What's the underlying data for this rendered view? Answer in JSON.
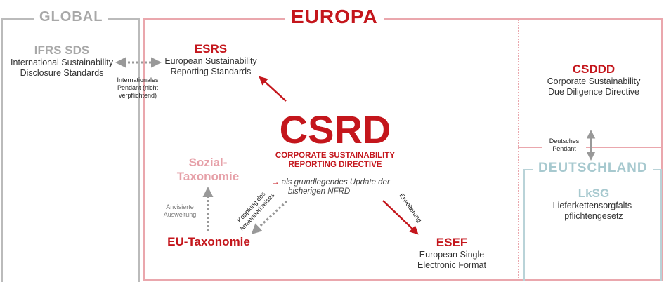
{
  "colors": {
    "red": "#c4161c",
    "light_red": "#eaa7ad",
    "grey": "#aaaaaa",
    "grey_text": "#999999",
    "teal": "#b9d3d8",
    "teal_text": "#a7c9cf",
    "pink_text": "#e6a0a8"
  },
  "sections": {
    "global": "GLOBAL",
    "europa": "EUROPA",
    "deutschland": "DEUTSCHLAND"
  },
  "nodes": {
    "ifrs": {
      "title": "IFRS SDS",
      "line1": "International Sustainability",
      "line2": "Disclosure Standards"
    },
    "esrs": {
      "title": "ESRS",
      "line1": "European Sustainability",
      "line2": "Reporting Standards"
    },
    "csrd": {
      "title": "CSRD",
      "line1": "CORPORATE SUSTAINABILITY",
      "line2": "REPORTING DIRECTIVE",
      "note_arrow": "→",
      "note1": "als grundlegendes Update der",
      "note2": "bisherigen NFRD"
    },
    "csddd": {
      "title": "CSDDD",
      "line1": "Corporate Sustainability",
      "line2": "Due Diligence Directive"
    },
    "sozial": {
      "line1": "Sozial-",
      "line2": "Taxonomie"
    },
    "eutax": {
      "title": "EU-Taxonomie"
    },
    "esef": {
      "title": "ESEF",
      "line1": "European Single",
      "line2": "Electronic Format"
    },
    "lksg": {
      "title": "LkSG",
      "line1": "Lieferkettensorgfalts-",
      "line2": "pflichtengesetz"
    }
  },
  "labels": {
    "international": {
      "line1": "Internationales",
      "line2": "Pendant (nicht",
      "line3": "verpflichtend)"
    },
    "deutsches": {
      "line1": "Deutsches",
      "line2": "Pendant"
    },
    "anvisiert": {
      "line1": "Anvisierte",
      "line2": "Ausweitung"
    },
    "kopplung": {
      "line1": "Kopplung des",
      "line2": "Anwenderkreises"
    },
    "erweiterung": "Erweiterung"
  }
}
